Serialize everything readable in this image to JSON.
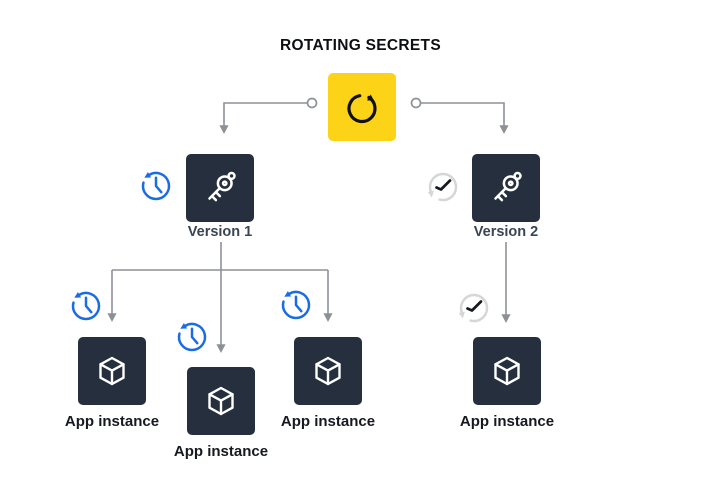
{
  "title": "ROTATING SECRETS",
  "colors": {
    "accent_yellow": "#FCD317",
    "node_dark": "#252F3D",
    "clock_blue": "#1A6CE3",
    "clock_gray": "#D6D6D6",
    "hand_dark": "#16191F",
    "line_gray": "#8D9196",
    "label_dark": "#16191F",
    "label_slate": "#3A4553",
    "title_dark": "#0D0F12"
  },
  "nodes": {
    "rotation": {
      "icon": "rotate-clockwise-icon"
    },
    "version1": {
      "label": "Version 1",
      "icon": "secret-key-icon",
      "clock": "blue-history-clock"
    },
    "version2": {
      "label": "Version 2",
      "icon": "secret-key-icon",
      "clock": "gray-updated-clock"
    },
    "app_instances": [
      {
        "label": "App instance",
        "icon": "cube-icon",
        "clock": "blue-history-clock"
      },
      {
        "label": "App instance",
        "icon": "cube-icon",
        "clock": "blue-history-clock"
      },
      {
        "label": "App instance",
        "icon": "cube-icon",
        "clock": "blue-history-clock"
      },
      {
        "label": "App instance",
        "icon": "cube-icon",
        "clock": "gray-updated-clock"
      }
    ]
  }
}
